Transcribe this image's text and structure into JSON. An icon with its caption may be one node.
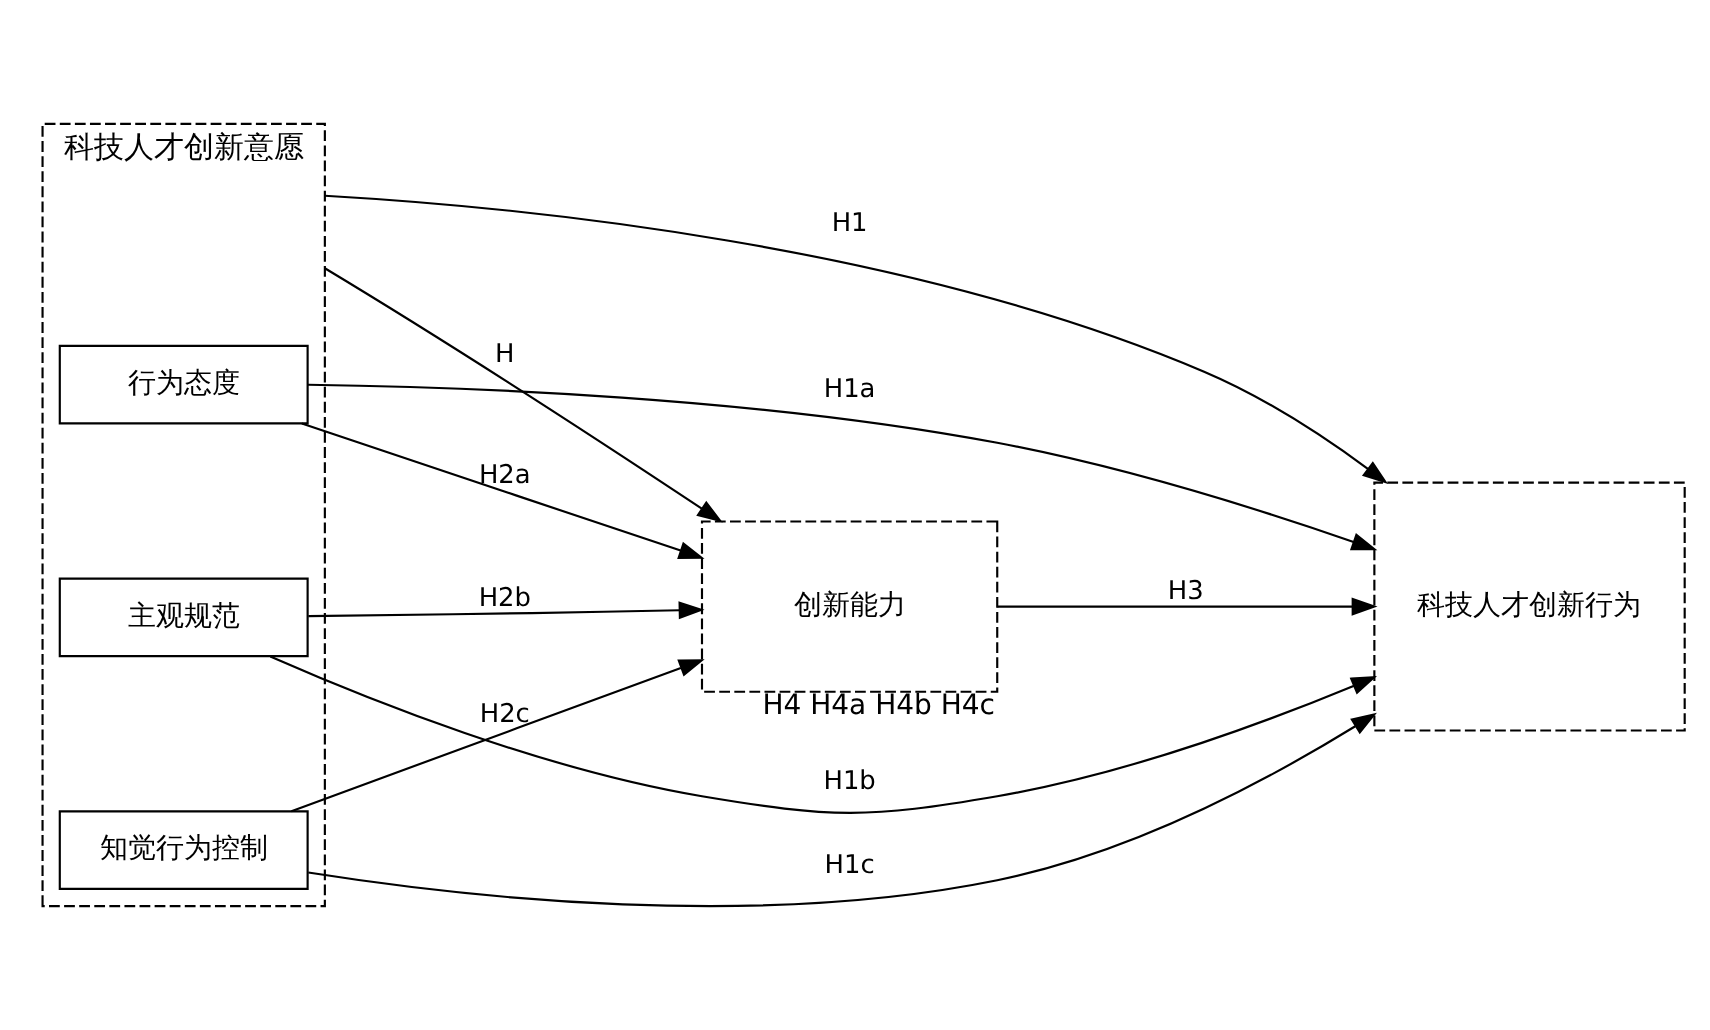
{
  "diagram": {
    "nodes": [
      {
        "text": [
          "创新能力"
        ],
        "beside": [
          "H4 H4a H4b H4c"
        ]
      },
      {
        "text": [
          "科技人才创新意愿"
        ]
      },
      {
        "text": [
          "行为态度"
        ],
        "in": 1
      },
      {
        "text": [
          "主观规范"
        ],
        "in": 1
      },
      {
        "text": [
          "知觉行为控制"
        ],
        "in": 1
      },
      {
        "text": [
          "科技人才创新行为"
        ]
      }
    ],
    "edges": [
      {
        "from": 1,
        "to": 0,
        "arrow": "to",
        "label": "H"
      },
      {
        "from": 2,
        "to": 0,
        "arrow": "to",
        "label": "H2a"
      },
      {
        "from": 3,
        "to": 0,
        "arrow": "to",
        "label": "H2b"
      },
      {
        "from": 4,
        "to": 0,
        "arrow": "to",
        "label": "H2c"
      },
      {
        "from": 0,
        "to": 5,
        "arrow": "to",
        "label": "H3"
      },
      {
        "from": 1,
        "to": 5,
        "arrow": "to",
        "label": "H1"
      },
      {
        "from": 2,
        "to": 5,
        "arrow": "to",
        "label": "H1a"
      },
      {
        "from": 3,
        "to": 5,
        "arrow": "to",
        "label": "H1b"
      },
      {
        "from": 4,
        "to": 5,
        "arrow": "to",
        "label": "H1c"
      }
    ]
  }
}
